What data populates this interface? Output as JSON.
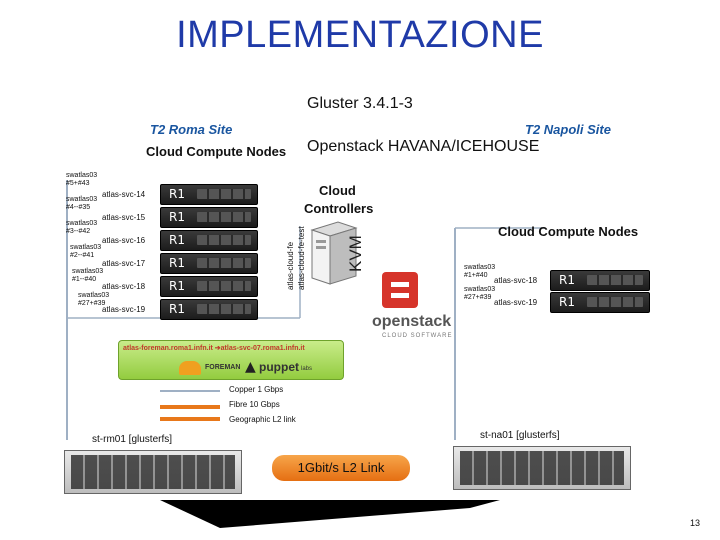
{
  "title": "IMPLEMENTAZIONE",
  "subtitle_1": "Gluster 3.4.1-3",
  "subtitle_2": "Openstack HAVANA/ICEHOUSE",
  "roma": {
    "site": "T2 Roma Site",
    "heading": "Cloud Compute Nodes",
    "racks": [
      {
        "host": "swatlas03\n#5+#43",
        "svc": "atlas-svc-14",
        "label": "R1"
      },
      {
        "host": "swatlas03\n#4--#35",
        "svc": "atlas-svc-15",
        "label": "R1"
      },
      {
        "host": "swatlas03\n#3--#42",
        "svc": "atlas-svc-16",
        "label": "R1"
      },
      {
        "host": "swatlas03\n#2--#41",
        "svc": "atlas-svc-17",
        "label": "R1"
      },
      {
        "host": "swatlas03\n#1--#40",
        "svc": "atlas-svc-18",
        "label": "R1"
      },
      {
        "host": "swatlas03\n#27+#39",
        "svc": "atlas-svc-19",
        "label": "R1"
      }
    ]
  },
  "controllers": {
    "heading_1": "Cloud",
    "heading_2": "Controllers",
    "vlabel_1": "atlas-cloud-fe",
    "vlabel_2": "atlas-cloud-fe-test",
    "kvm": "KVM"
  },
  "napoli": {
    "site": "T2 Napoli Site",
    "heading": "Cloud Compute Nodes",
    "racks": [
      {
        "host": "swatlas03\n#1+#40",
        "svc": "atlas-svc-18",
        "label": "R1"
      },
      {
        "host": "swatlas03\n#27+#39",
        "svc": "atlas-svc-19",
        "label": "R1"
      }
    ]
  },
  "openstack": {
    "name": "openstack",
    "tagline": "CLOUD SOFTWARE"
  },
  "foreman_box": {
    "text": "atlas-foreman.roma1.infn.it ➔atlas-svc-07.roma1.infn.it",
    "foreman": "FOREMAN",
    "puppet": "puppet",
    "puppet_sub": "labs"
  },
  "legend": [
    {
      "label": "Copper 1 Gbps",
      "color": "#9fb0c4"
    },
    {
      "label": "Fibre 10 Gbps",
      "color": "#e8781a"
    },
    {
      "label": "Geographic L2 link",
      "color": "#e8781a"
    }
  ],
  "storage_left": "st-rm01 [glusterfs]",
  "storage_right": "st-na01 [glusterfs]",
  "link_label": "1Gbit/s L2 Link",
  "page_number": "13"
}
